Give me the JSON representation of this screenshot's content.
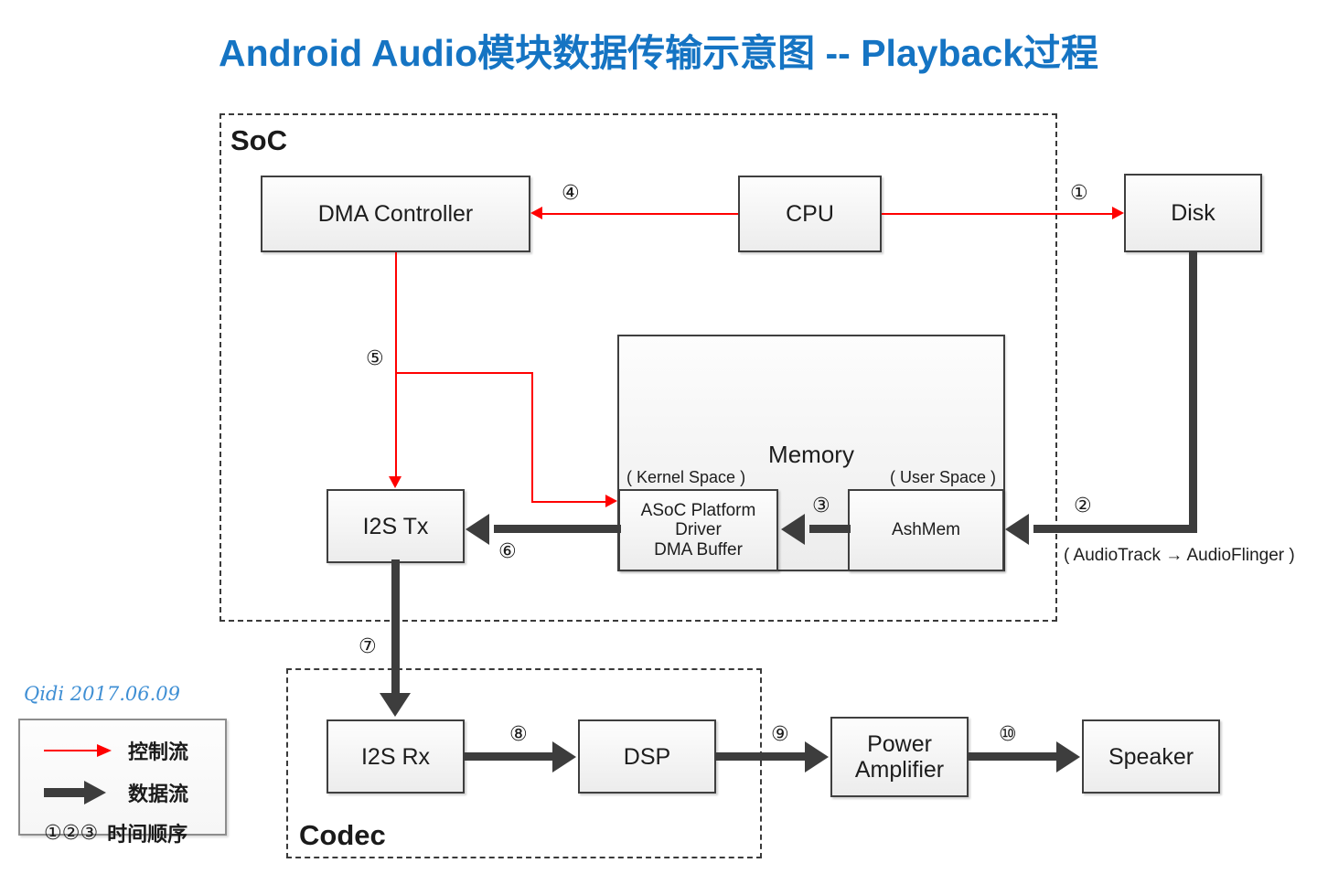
{
  "title": "Android Audio模块数据传输示意图 -- Playback过程",
  "title_color": "#1574C3",
  "groups": {
    "soc": {
      "label": "SoC"
    },
    "codec": {
      "label": "Codec"
    }
  },
  "nodes": {
    "dma_controller": "DMA Controller",
    "cpu": "CPU",
    "disk": "Disk",
    "i2s_tx": "I2S Tx",
    "memory": "Memory",
    "kernel_space": "( Kernel Space )",
    "user_space": "( User Space )",
    "asoc_buffer": "ASoC Platform Driver\nDMA Buffer",
    "ashmem": "AshMem",
    "i2s_rx": "I2S Rx",
    "dsp": "DSP",
    "power_amplifier": "Power\nAmplifier",
    "speaker": "Speaker"
  },
  "annotations": {
    "audio_path": "( AudioTrack → AudioFlinger )"
  },
  "steps": {
    "s1": "①",
    "s2": "②",
    "s3": "③",
    "s4": "④",
    "s5": "⑤",
    "s6": "⑥",
    "s7": "⑦",
    "s8": "⑧",
    "s9": "⑨",
    "s10": "⑩"
  },
  "legend": {
    "signature": "Qidi 2017.06.09",
    "control_flow": "控制流",
    "data_flow": "数据流",
    "sequence_numbers": "①②③",
    "sequence_label": "时间顺序",
    "control_color": "#ff0000",
    "data_color": "#3d3d3d"
  },
  "chart_data": {
    "type": "diagram",
    "title": "Android Audio模块数据传输示意图 -- Playback过程",
    "flows": [
      {
        "step": "①",
        "from": "CPU",
        "to": "Disk",
        "kind": "control"
      },
      {
        "step": "②",
        "from": "Disk",
        "to": "AshMem",
        "kind": "data",
        "note": "( AudioTrack → AudioFlinger )"
      },
      {
        "step": "③",
        "from": "AshMem",
        "to": "ASoC Platform Driver DMA Buffer",
        "kind": "data"
      },
      {
        "step": "④",
        "from": "CPU",
        "to": "DMA Controller",
        "kind": "control"
      },
      {
        "step": "⑤",
        "from": "DMA Controller",
        "to": "I2S Tx / ASoC Platform Driver DMA Buffer",
        "kind": "control"
      },
      {
        "step": "⑥",
        "from": "ASoC Platform Driver DMA Buffer",
        "to": "I2S Tx",
        "kind": "data"
      },
      {
        "step": "⑦",
        "from": "I2S Tx",
        "to": "I2S Rx",
        "kind": "data"
      },
      {
        "step": "⑧",
        "from": "I2S Rx",
        "to": "DSP",
        "kind": "data"
      },
      {
        "step": "⑨",
        "from": "DSP",
        "to": "Power Amplifier",
        "kind": "data"
      },
      {
        "step": "⑩",
        "from": "Power Amplifier",
        "to": "Speaker",
        "kind": "data"
      }
    ]
  }
}
